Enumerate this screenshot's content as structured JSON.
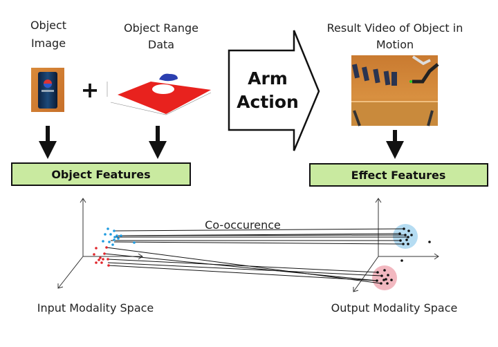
{
  "top": {
    "object_image_label": [
      "Object",
      "Image"
    ],
    "range_data_label": [
      "Object Range",
      "Data"
    ],
    "plus": "+",
    "arm_action": [
      "Arm",
      "Action"
    ],
    "result_video_label": [
      "Result Video of Object in",
      "Motion"
    ],
    "object_features": "Object Features",
    "effect_features": "Effect Features"
  },
  "bottom": {
    "cooccurrence_label": "Co-occurence",
    "input_space_label": "Input Modality Space",
    "output_space_label": "Output Modality Space"
  },
  "colors": {
    "feature_box": "#c9eaa0",
    "cluster_blue": "#1e9be0",
    "cluster_red": "#e0262c",
    "halo_blue": "#b5dcf2",
    "halo_red": "#f2b8c0"
  }
}
